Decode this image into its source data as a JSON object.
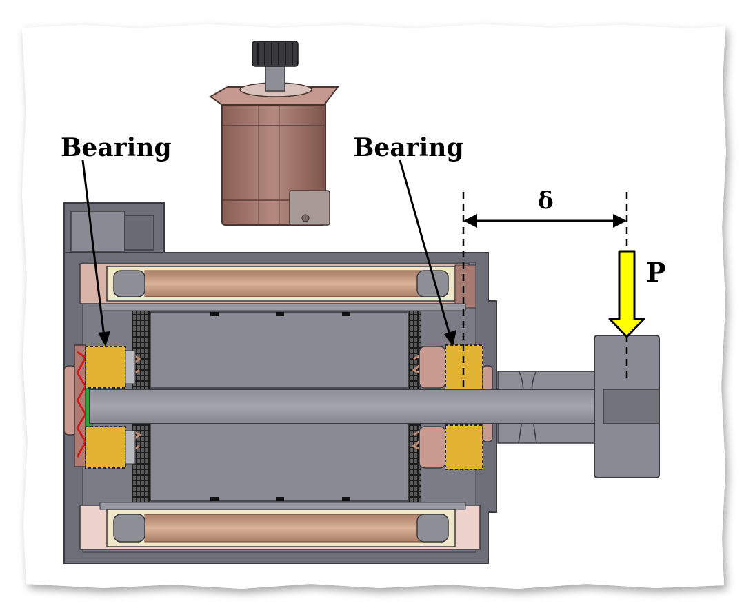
{
  "figure": {
    "labels": {
      "bearing_left": "Bearing",
      "bearing_right": "Bearing",
      "displacement": "δ",
      "load": "P"
    },
    "colors": {
      "housing": "#6e6e78",
      "housing_dark": "#4e4e56",
      "shaft": "#9a9aa2",
      "rotor": "#8a8a94",
      "bearing_yellow": "#e2b232",
      "copper": "#c9a083",
      "copper_dark": "#8d6048",
      "coil_pink": "#e8c2b8",
      "motor_body": "#a88076",
      "load_arrow": "#ffff00"
    },
    "icons": [
      "stepper-motor-icon",
      "load-arrow-icon"
    ]
  }
}
